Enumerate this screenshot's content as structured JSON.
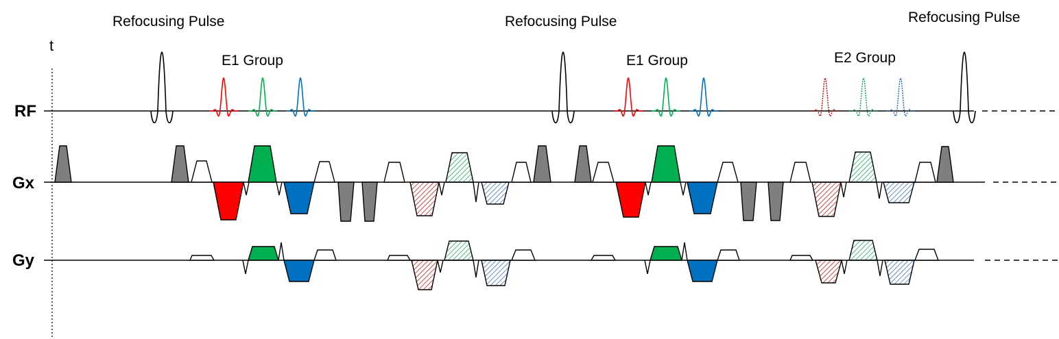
{
  "labels": {
    "refocusing": [
      "Refocusing Pulse",
      "Refocusing Pulse",
      "Refocusing Pulse"
    ],
    "groups": [
      "E1 Group",
      "E1 Group",
      "E2 Group"
    ],
    "channels": [
      "RF",
      "Gx",
      "Gy"
    ],
    "time_axis": "t"
  },
  "colors": {
    "red": "#ff0000",
    "green": "#00b050",
    "blue": "#0070c0",
    "gray": "#7f7f7f",
    "dark_red": "#c00000",
    "dark_green": "#00a050",
    "dark_blue": "#2060b0",
    "line": "#000000"
  }
}
